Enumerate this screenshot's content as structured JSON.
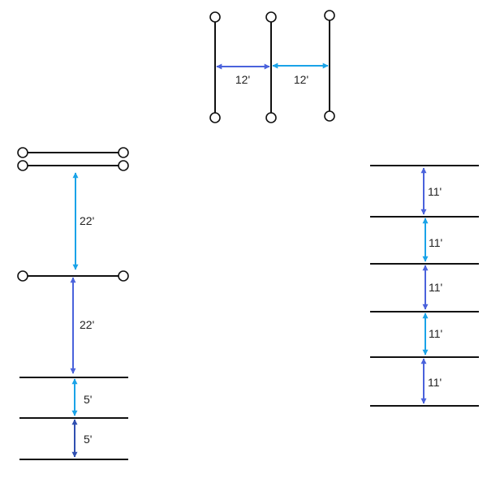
{
  "colors": {
    "line": "#111111",
    "light_blue": "#1aa3e8",
    "medium_blue": "#4a62dc",
    "dark_blue": "#2f4fb0"
  },
  "top_group": {
    "gap1": "12'",
    "gap2": "12'"
  },
  "left_group": {
    "gap_upper": "22'",
    "gap_lower": "22'",
    "gap_small1": "5'",
    "gap_small2": "5'"
  },
  "right_group": {
    "gaps": [
      "11'",
      "11'",
      "11'",
      "11'",
      "11'"
    ]
  }
}
